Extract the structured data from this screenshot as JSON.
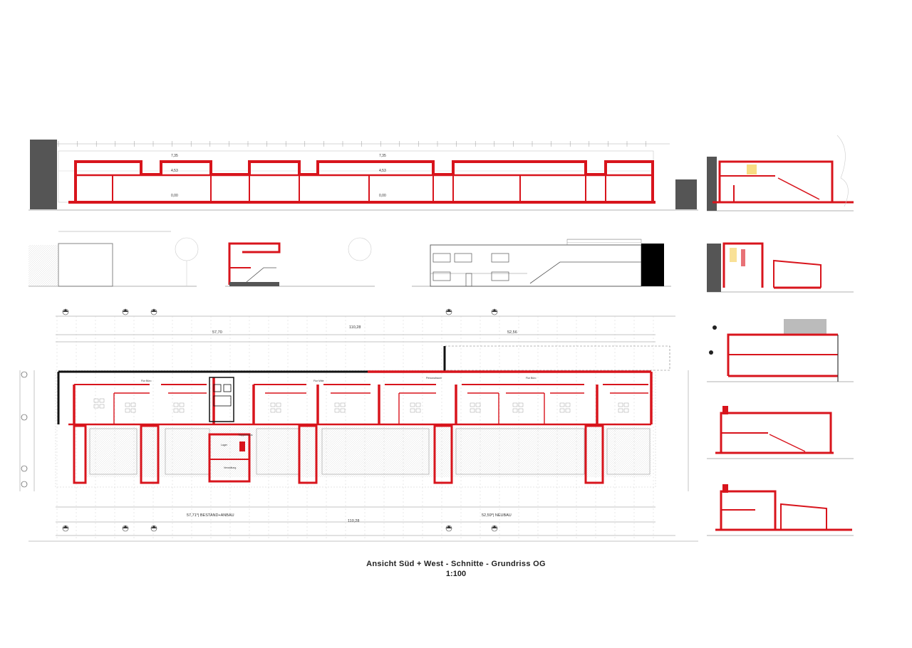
{
  "sheet": {
    "title": "Ansicht Süd + West - Schnitte - Grundriss OG",
    "scale": "1:100"
  },
  "dims": {
    "total_top": "110,28",
    "left_top": "57,70",
    "right_top": "52,56",
    "left_bottom": "57,71*| BESTAND+ANBAU",
    "right_bottom": "52,59*| NEUBAU",
    "total_bottom": "110,28"
  },
  "levels": {
    "roof_left": "7,35",
    "roof_right": "7,35",
    "floor_left": "4,53",
    "floor_right": "4,53",
    "ground_left": "0,00",
    "ground_right": "0,00"
  },
  "rooms": {
    "room_a": "Flur Büro",
    "room_b": "Flur Mitte",
    "room_c": "Personalraum",
    "room_d": "Flur Büro",
    "stair": "Treppenhaus",
    "lab": "Verwaltung",
    "store": "Lager"
  },
  "colors": {
    "wall": "#d8141c",
    "line": "#333333",
    "grid": "#9a9a9a",
    "dark": "#4a4a4a"
  }
}
